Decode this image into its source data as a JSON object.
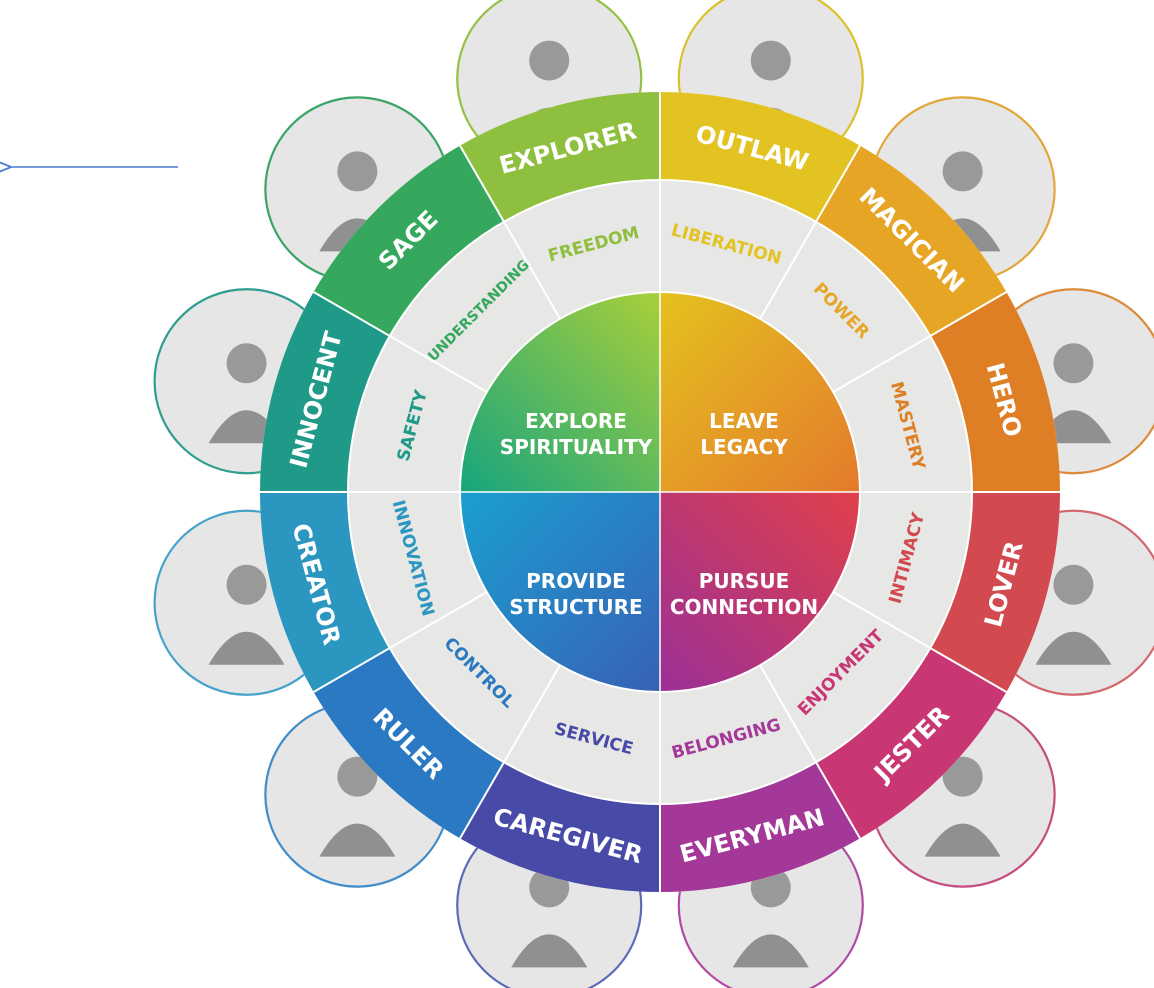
{
  "goals": [
    {
      "id": "explore",
      "line1": "EXPLORE",
      "line2": "SPIRITUALITY"
    },
    {
      "id": "legacy",
      "line1": "LEAVE",
      "line2": "LEGACY"
    },
    {
      "id": "structure",
      "line1": "PROVIDE",
      "line2": "STRUCTURE"
    },
    {
      "id": "connection",
      "line1": "PURSUE",
      "line2": "CONNECTION"
    }
  ],
  "archetypes": [
    {
      "name": "OUTLAW",
      "value": "LIBERATION",
      "color": "#e3c322",
      "border": "#d9c12a"
    },
    {
      "name": "MAGICIAN",
      "value": "POWER",
      "color": "#e6a524",
      "border": "#e2a63a"
    },
    {
      "name": "HERO",
      "value": "MASTERY",
      "color": "#de7f25",
      "border": "#dd8a3a"
    },
    {
      "name": "LOVER",
      "value": "INTIMACY",
      "color": "#d24a50",
      "border": "#d2686e"
    },
    {
      "name": "JESTER",
      "value": "ENJOYMENT",
      "color": "#c83774",
      "border": "#c44d7f"
    },
    {
      "name": "EVERYMAN",
      "value": "BELONGING",
      "color": "#a33899",
      "border": "#b04aa5"
    },
    {
      "name": "CAREGIVER",
      "value": "SERVICE",
      "color": "#474aa6",
      "border": "#5a6ab8"
    },
    {
      "name": "RULER",
      "value": "CONTROL",
      "color": "#2b79c2",
      "border": "#3f8cca"
    },
    {
      "name": "CREATOR",
      "value": "INNOVATION",
      "color": "#2b97c1",
      "border": "#45a3c9"
    },
    {
      "name": "INNOCENT",
      "value": "SAFETY",
      "color": "#1f9a88",
      "border": "#2f9e8f"
    },
    {
      "name": "SAGE",
      "value": "UNDERSTANDING",
      "color": "#36a85e",
      "border": "#3aa467"
    },
    {
      "name": "EXPLORER",
      "value": "FREEDOM",
      "color": "#8ebf3f",
      "border": "#96c043"
    }
  ],
  "quadrant_colors": {
    "explore_a": "#a9cf3a",
    "explore_b": "#16a57e",
    "legacy_a": "#e4c21f",
    "legacy_b": "#e47a2c",
    "structure_a": "#1a9fd0",
    "structure_b": "#3861b6",
    "connection_a": "#9b3097",
    "connection_b": "#e0404a"
  },
  "arrow_color": "#4a7bd0"
}
